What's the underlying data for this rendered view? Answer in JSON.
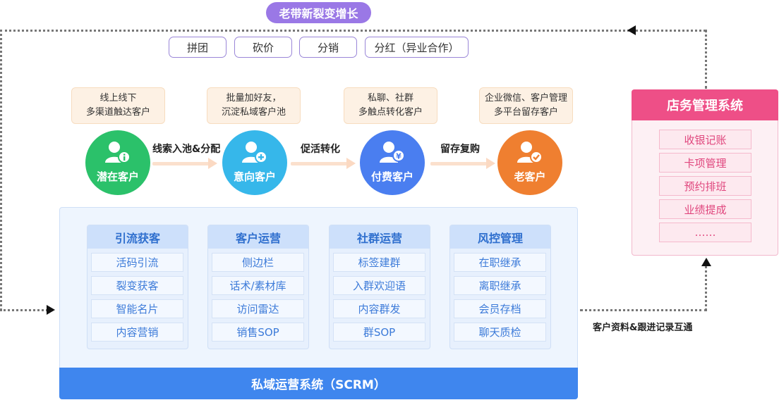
{
  "top_badge": "老带新裂变增长",
  "tags": [
    "拼团",
    "砍价",
    "分销",
    "分红（异业合作）"
  ],
  "notes": [
    {
      "line1": "线上线下",
      "line2": "多渠道触达客户"
    },
    {
      "line1": "批量加好友，",
      "line2": "沉淀私域客户池"
    },
    {
      "line1": "私聊、社群",
      "line2": "多触点转化客户"
    },
    {
      "line1": "企业微信、客户管理",
      "line2": "多平台留存客户"
    }
  ],
  "stages": [
    {
      "label": "潜在客户",
      "color": "#2bc16a",
      "icon": "user-info-icon"
    },
    {
      "label": "意向客户",
      "color": "#36b7ea",
      "icon": "user-add-icon"
    },
    {
      "label": "付费客户",
      "color": "#4a7ef0",
      "icon": "user-yen-icon"
    },
    {
      "label": "老客户",
      "color": "#ef7f30",
      "icon": "user-check-icon"
    }
  ],
  "transitions": [
    "线索入池&分配",
    "促活转化",
    "留存复购"
  ],
  "scrm": {
    "title": "私域运营系统（SCRM）",
    "columns": [
      {
        "title": "引流获客",
        "items": [
          "活码引流",
          "裂变获客",
          "智能名片",
          "内容营销"
        ]
      },
      {
        "title": "客户运营",
        "items": [
          "侧边栏",
          "话术/素材库",
          "访问雷达",
          "销售SOP"
        ]
      },
      {
        "title": "社群运营",
        "items": [
          "标签建群",
          "入群欢迎语",
          "内容群发",
          "群SOP"
        ]
      },
      {
        "title": "风控管理",
        "items": [
          "在职继承",
          "离职继承",
          "会员存档",
          "聊天质检"
        ]
      }
    ]
  },
  "store": {
    "title": "店务管理系统",
    "items": [
      "收银记账",
      "卡项管理",
      "预约排班",
      "业绩提成",
      "……"
    ]
  },
  "sync_label": "客户资料&跟进记录互通"
}
